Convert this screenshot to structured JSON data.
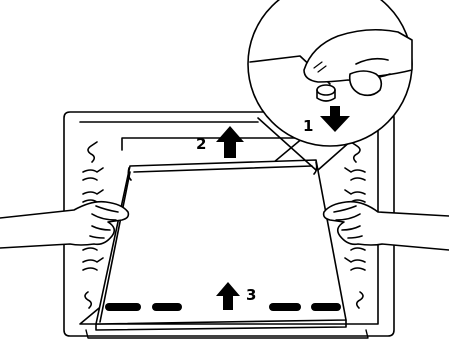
{
  "figure": {
    "steps": [
      {
        "number": "1",
        "direction": "down"
      },
      {
        "number": "2",
        "direction": "up"
      },
      {
        "number": "3",
        "direction": "up"
      }
    ],
    "colors": {
      "line": "#000000",
      "fill": "#ffffff",
      "shade": "#000000"
    }
  }
}
